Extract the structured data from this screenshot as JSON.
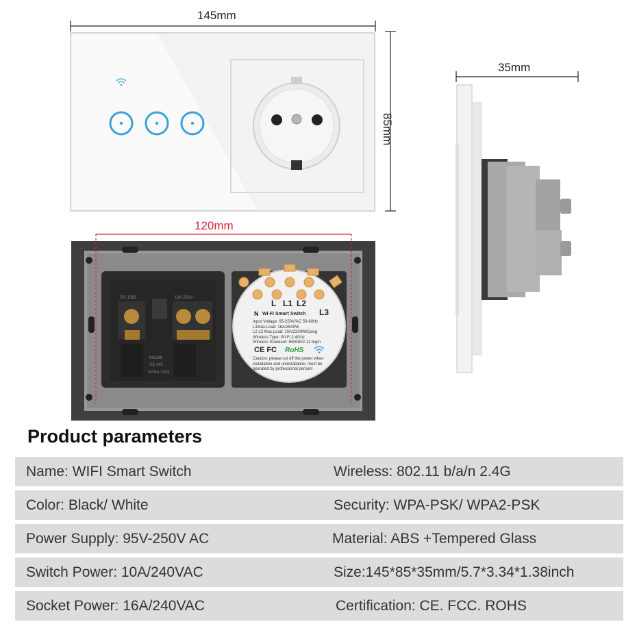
{
  "dimensions": {
    "width_label": "145mm",
    "height_label": "85mm",
    "depth_label": "35mm",
    "mount_label": "120mm"
  },
  "module_label": {
    "terminals": [
      "L",
      "L1",
      "L2"
    ],
    "n": "N",
    "l3": "L3",
    "title": "Wi-Fi Smart Switch",
    "specs": [
      "Input Voltage: 95-250V/AC 50-60Hz",
      "L1Max.Load: 16A/3500W",
      "L2 L3 Max.Load: 10A/2200W/Gang",
      "Wireless Type: Wi-Fi 2.4Ghz",
      "Wireless Standard: IEEE802.11 b/g/n"
    ],
    "marks": "CE FC",
    "rohs": "RoHS",
    "caution": [
      "Caution: please cut off the power when",
      "installation and uninstallation, must be",
      "operated by professional person!"
    ]
  },
  "socket_back_text": {
    "bs": "BS 1363",
    "rating": "13A 250V~",
    "ms": "MS589",
    "ss": "SS 145",
    "sgsa": "SGSA 2203"
  },
  "section_title": "Product parameters",
  "params": [
    {
      "left": "Name: WIFI Smart Switch",
      "right": "Wireless: 802.11 b/a/n 2.4G"
    },
    {
      "left": "Color: Black/ White",
      "right": "Security: WPA-PSK/ WPA2-PSK"
    },
    {
      "left": "Power Supply: 95V-250V AC",
      "right": "Material: ABS +Tempered Glass"
    },
    {
      "left": "Switch Power: 10A/240VAC",
      "right": "Size:145*85*35mm/5.7*3.34*1.38inch"
    },
    {
      "left": "Socket Power: 16A/240VAC",
      "right": "Certification: CE. FCC. ROHS"
    }
  ],
  "colors": {
    "accent_blue": "#3aa0d8",
    "row_gray": "#dcdcdc",
    "dim_red": "#d9263a"
  }
}
